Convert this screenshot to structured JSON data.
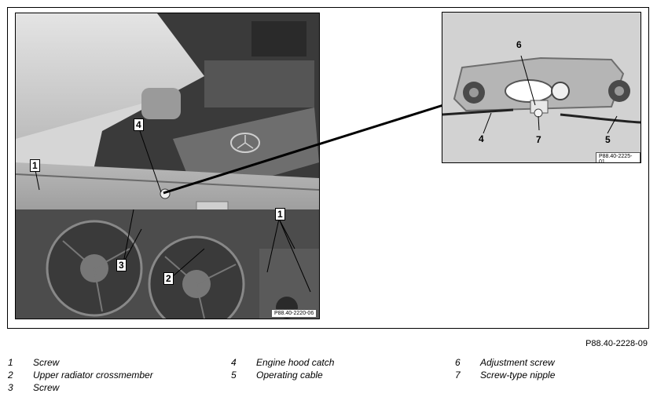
{
  "figure": {
    "main_photo_code": "P88.40-2220-06",
    "detail_photo_code": "P88.40-2225-01",
    "figure_id": "P88.40-2228-09"
  },
  "callouts": {
    "main": [
      "1",
      "1",
      "2",
      "3",
      "4"
    ],
    "detail": [
      "4",
      "5",
      "6",
      "7"
    ]
  },
  "legend": [
    {
      "num": "1",
      "label": "Screw"
    },
    {
      "num": "2",
      "label": "Upper radiator crossmember"
    },
    {
      "num": "3",
      "label": "Screw"
    },
    {
      "num": "4",
      "label": "Engine hood catch"
    },
    {
      "num": "5",
      "label": "Operating cable"
    },
    {
      "num": "6",
      "label": "Adjustment screw"
    },
    {
      "num": "7",
      "label": "Screw-type nipple"
    }
  ]
}
